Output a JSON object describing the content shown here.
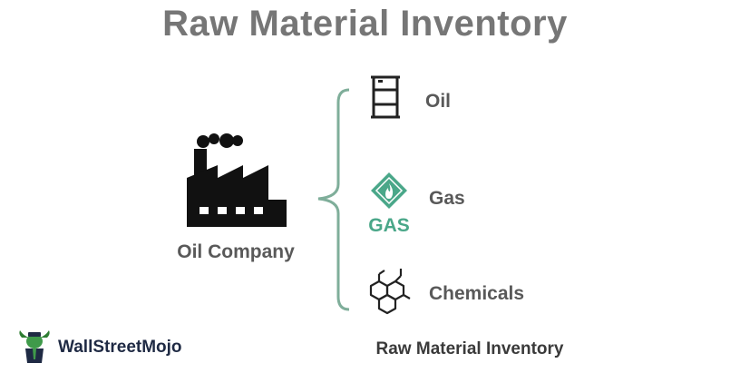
{
  "title": "Raw Material Inventory",
  "company": {
    "label": "Oil Company",
    "icon": "factory-icon"
  },
  "materials": [
    {
      "label": "Oil",
      "icon": "oil-barrel-icon"
    },
    {
      "label": "Gas",
      "icon": "gas-diamond-icon",
      "icon_text": "GAS"
    },
    {
      "label": "Chemicals",
      "icon": "molecule-icon"
    }
  ],
  "brand": {
    "name": "WallStreetMojo",
    "icon": "bull-mascot-icon"
  },
  "caption": "Raw Material Inventory",
  "colors": {
    "title": "#767676",
    "text": "#595959",
    "brace": "#7fae9a",
    "gas_icon": "#4aa789",
    "icon_dark": "#222222"
  }
}
